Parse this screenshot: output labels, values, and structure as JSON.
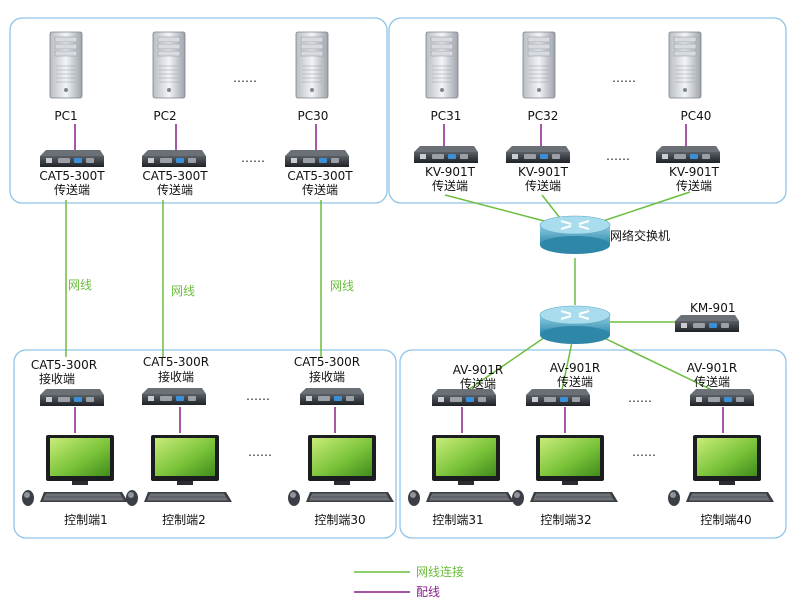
{
  "top_left": {
    "pcs": [
      {
        "name": "PC1",
        "device": "CAT5-300T",
        "role": "传送端"
      },
      {
        "name": "PC2",
        "device": "CAT5-300T",
        "role": "传送端"
      },
      {
        "name": "PC30",
        "device": "CAT5-300T",
        "role": "传送端"
      }
    ],
    "ellipsis_top": "……",
    "ellipsis_mid": "……"
  },
  "top_right": {
    "pcs": [
      {
        "name": "PC31",
        "device": "KV-901T",
        "role": "传送端"
      },
      {
        "name": "PC32",
        "device": "KV-901T",
        "role": "传送端"
      },
      {
        "name": "PC40",
        "device": "KV-901T",
        "role": "传送端"
      }
    ],
    "ellipsis_top": "……",
    "ellipsis_mid": "……"
  },
  "cable_labels": [
    "网线",
    "网线",
    "网线"
  ],
  "switch_label": "网络交换机",
  "km_label": "KM-901",
  "bottom_left": {
    "receivers": [
      {
        "device": "CAT5-300R",
        "role": "接收端",
        "console": "控制端1"
      },
      {
        "device": "CAT5-300R",
        "role": "接收端",
        "console": "控制端2"
      },
      {
        "device": "CAT5-300R",
        "role": "接收端",
        "console": "控制端30"
      }
    ],
    "ellipsis_mid": "……",
    "ellipsis_low": "……"
  },
  "bottom_right": {
    "receivers": [
      {
        "device": "AV-901R",
        "role": "传送端",
        "console": "控制端31"
      },
      {
        "device": "AV-901R",
        "role": "传送端",
        "console": "控制端32"
      },
      {
        "device": "AV-901R",
        "role": "传送端",
        "console": "控制端40"
      }
    ],
    "ellipsis_mid": "……",
    "ellipsis_low": "……"
  },
  "legend": {
    "network": "网线连接",
    "wiring": "配线"
  },
  "colors": {
    "network_line": "#6cbd3e",
    "wiring_line": "#8a1f8a",
    "panel_border": "#8fc4e8"
  }
}
